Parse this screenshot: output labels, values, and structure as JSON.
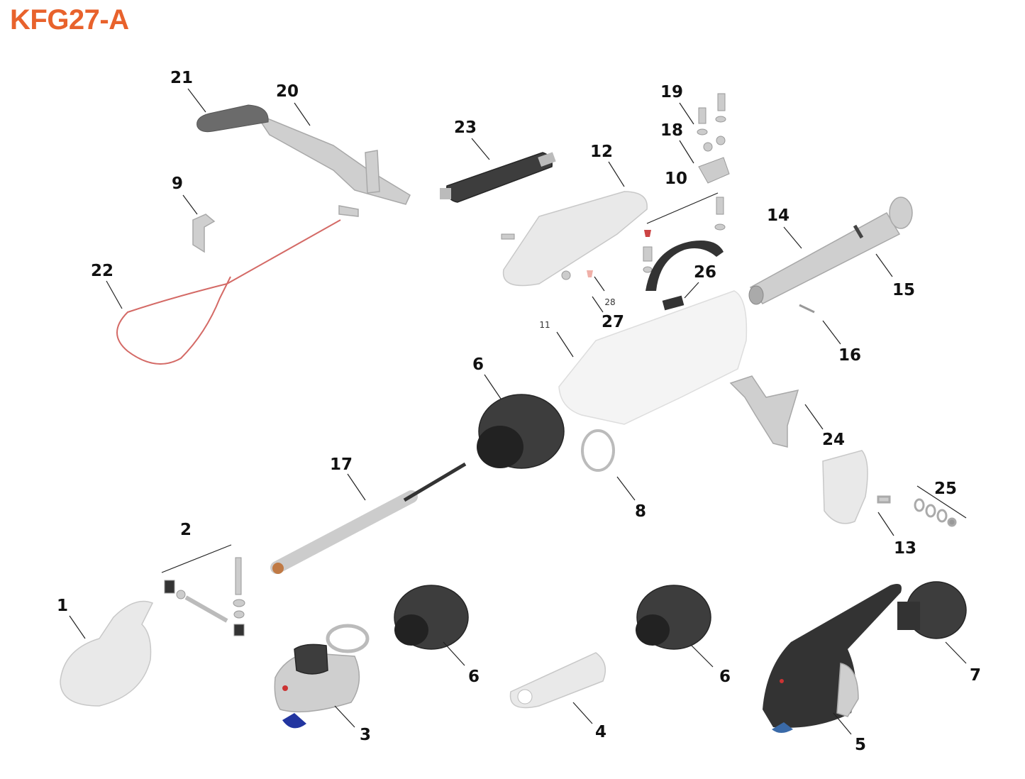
{
  "title": "KFG27-A",
  "colors": {
    "title": "#E8622C",
    "cable": "#D46A66",
    "rubber": "#3d3d3d",
    "metal": "#cfcfcf"
  },
  "callouts": [
    "21",
    "20",
    "23",
    "12",
    "19",
    "18",
    "10",
    "14",
    "15",
    "9",
    "22",
    "26",
    "28",
    "27",
    "11",
    "16",
    "6",
    "24",
    "17",
    "8",
    "25",
    "13",
    "2",
    "1",
    "6",
    "6",
    "7",
    "3",
    "4",
    "5"
  ]
}
